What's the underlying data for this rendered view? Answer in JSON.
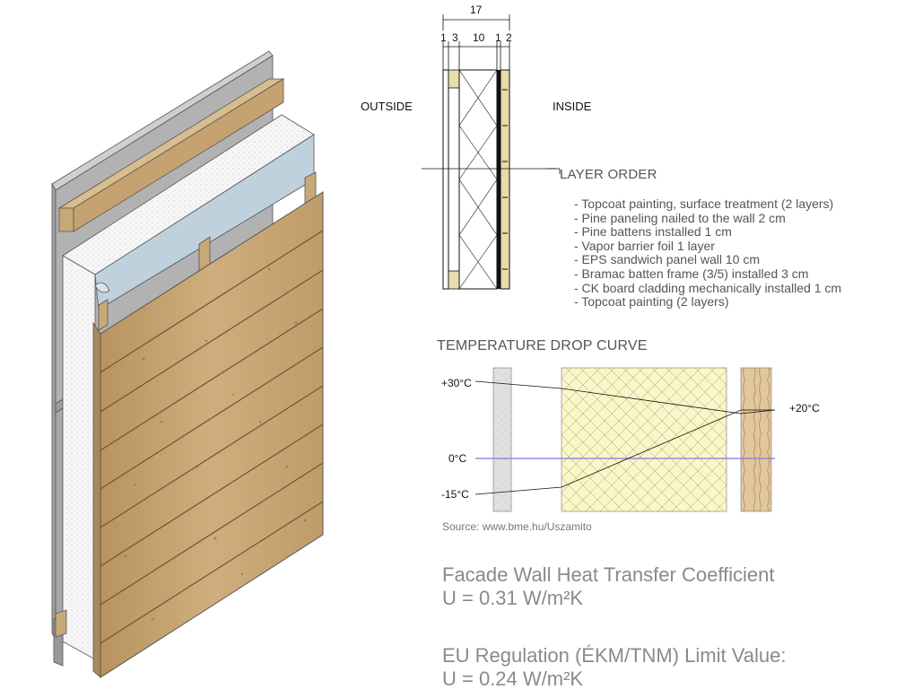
{
  "section": {
    "outside_label": "OUTSIDE",
    "inside_label": "INSIDE",
    "dim_total": "17",
    "dim_parts": [
      "1",
      "3",
      "10",
      "1",
      "2"
    ]
  },
  "layers": {
    "title": "LAYER ORDER",
    "items": [
      "- Topcoat painting, surface treatment (2 layers)",
      "- Pine paneling nailed to the wall 2 cm",
      "- Pine battens installed 1 cm",
      "- Vapor barrier foil 1 layer",
      "- EPS sandwich panel wall 10 cm",
      "- Bramac batten frame (3/5) installed 3 cm",
      "- CK board cladding mechanically installed 1 cm",
      "- Topcoat painting (2 layers)"
    ]
  },
  "temperature": {
    "title": "TEMPERATURE DROP CURVE",
    "t_top": "+30°C",
    "t_zero": "0°C",
    "t_bottom": "-15°C",
    "t_inside": "+20°C"
  },
  "source": "Source: www.bme.hu/Uszamito",
  "coefficients": {
    "facade_title": "Facade Wall Heat Transfer Coefficient",
    "facade_value": "U = 0.31 W/m²K",
    "eu_title": "EU Regulation (ÉKM/TNM) Limit Value:",
    "eu_value": "U = 0.24 W/m²K"
  },
  "colors": {
    "wood": "#c9a878",
    "wood_dark": "#a9895c",
    "eps": "#f4f4f4",
    "foil": "#bcd0dc",
    "steel": "#9a9a9a",
    "insulation_fill": "#fbf6c8",
    "zero_line": "#7b7bd8"
  }
}
